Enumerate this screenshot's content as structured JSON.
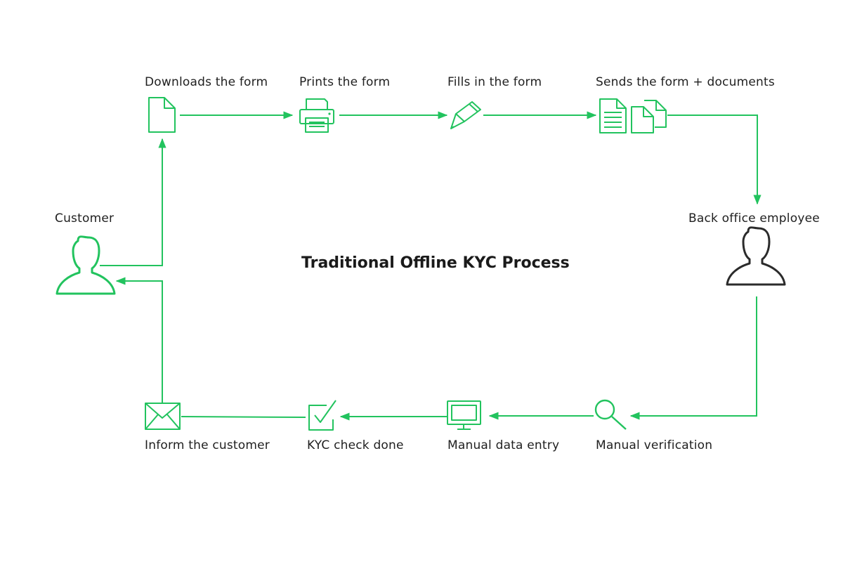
{
  "title": "Traditional Offline KYC Process",
  "colors": {
    "accent": "#22c35e",
    "dark": "#2b2b2b",
    "text": "#1f1f1f"
  },
  "actors": {
    "customer": {
      "label": "Customer",
      "icon": "person-icon"
    },
    "employee": {
      "label": "Back office employee",
      "icon": "person-icon"
    }
  },
  "steps": {
    "download": {
      "label": "Downloads the form",
      "icon": "document-icon"
    },
    "print": {
      "label": "Prints the form",
      "icon": "printer-icon"
    },
    "fill": {
      "label": "Fills in the form",
      "icon": "pencil-icon"
    },
    "send": {
      "label": "Sends the form + documents",
      "icon": "documents-icon"
    },
    "verify": {
      "label": "Manual verification",
      "icon": "magnifier-icon"
    },
    "entry": {
      "label": "Manual data entry",
      "icon": "monitor-icon"
    },
    "kyc": {
      "label": "KYC check done",
      "icon": "checkbox-icon"
    },
    "inform": {
      "label": "Inform the customer",
      "icon": "envelope-icon"
    }
  }
}
